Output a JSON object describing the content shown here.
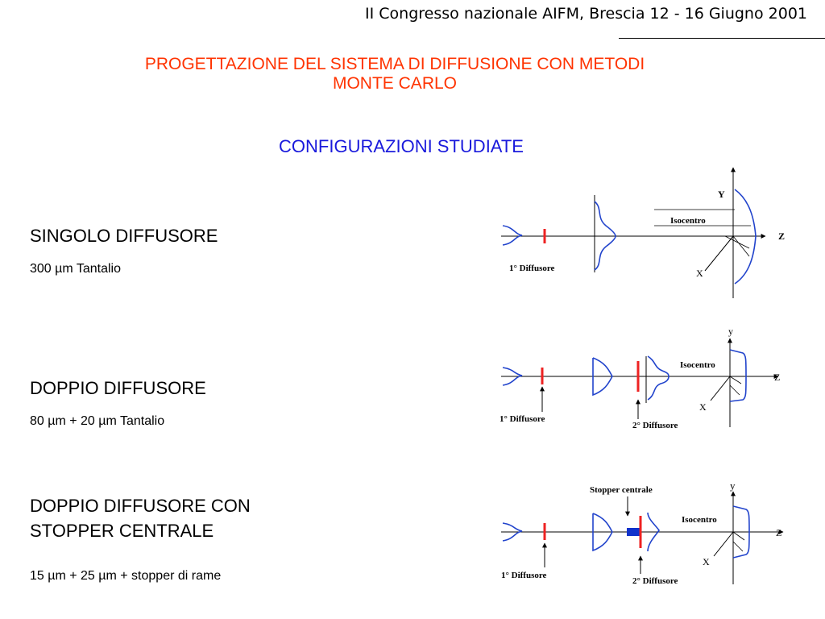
{
  "header": {
    "conference": "II Congresso nazionale AIFM, Brescia 12 - 16 Giugno 2001",
    "title_line1": "PROGETTAZIONE DEL SISTEMA DI DIFFUSIONE CON METODI",
    "title_line2": "MONTE CARLO",
    "subtitle": "CONFIGURAZIONI STUDIATE"
  },
  "configs": [
    {
      "name": "SINGOLO DIFFUSORE",
      "desc": "300 µm Tantalio",
      "diagram": {
        "y_label": "Y",
        "z_label": "Z",
        "x_label": "X",
        "isocentro": "Isocentro",
        "diffusore1": "1° Diffusore"
      }
    },
    {
      "name": "DOPPIO DIFFUSORE",
      "desc": "80 µm + 20 µm Tantalio",
      "diagram": {
        "y_label": "y",
        "z_label": "Z",
        "x_label": "X",
        "isocentro": "Isocentro",
        "diffusore1": "1° Diffusore",
        "diffusore2": "2° Diffusore"
      }
    },
    {
      "name_line1": "DOPPIO DIFFUSORE CON",
      "name_line2": "STOPPER CENTRALE",
      "desc": "15 µm + 25 µm + stopper di rame",
      "diagram": {
        "y_label": "y",
        "z_label": "Z",
        "x_label": "X",
        "isocentro": "Isocentro",
        "stopper": "Stopper centrale",
        "diffusore1": "1° Diffusore",
        "diffusore2": "2° Diffusore"
      }
    }
  ],
  "colors": {
    "title": "#ff3300",
    "subtitle": "#1a1adc",
    "profile": "#2244cc",
    "diffuser": "#ee2222",
    "stopper": "#1133cc"
  }
}
